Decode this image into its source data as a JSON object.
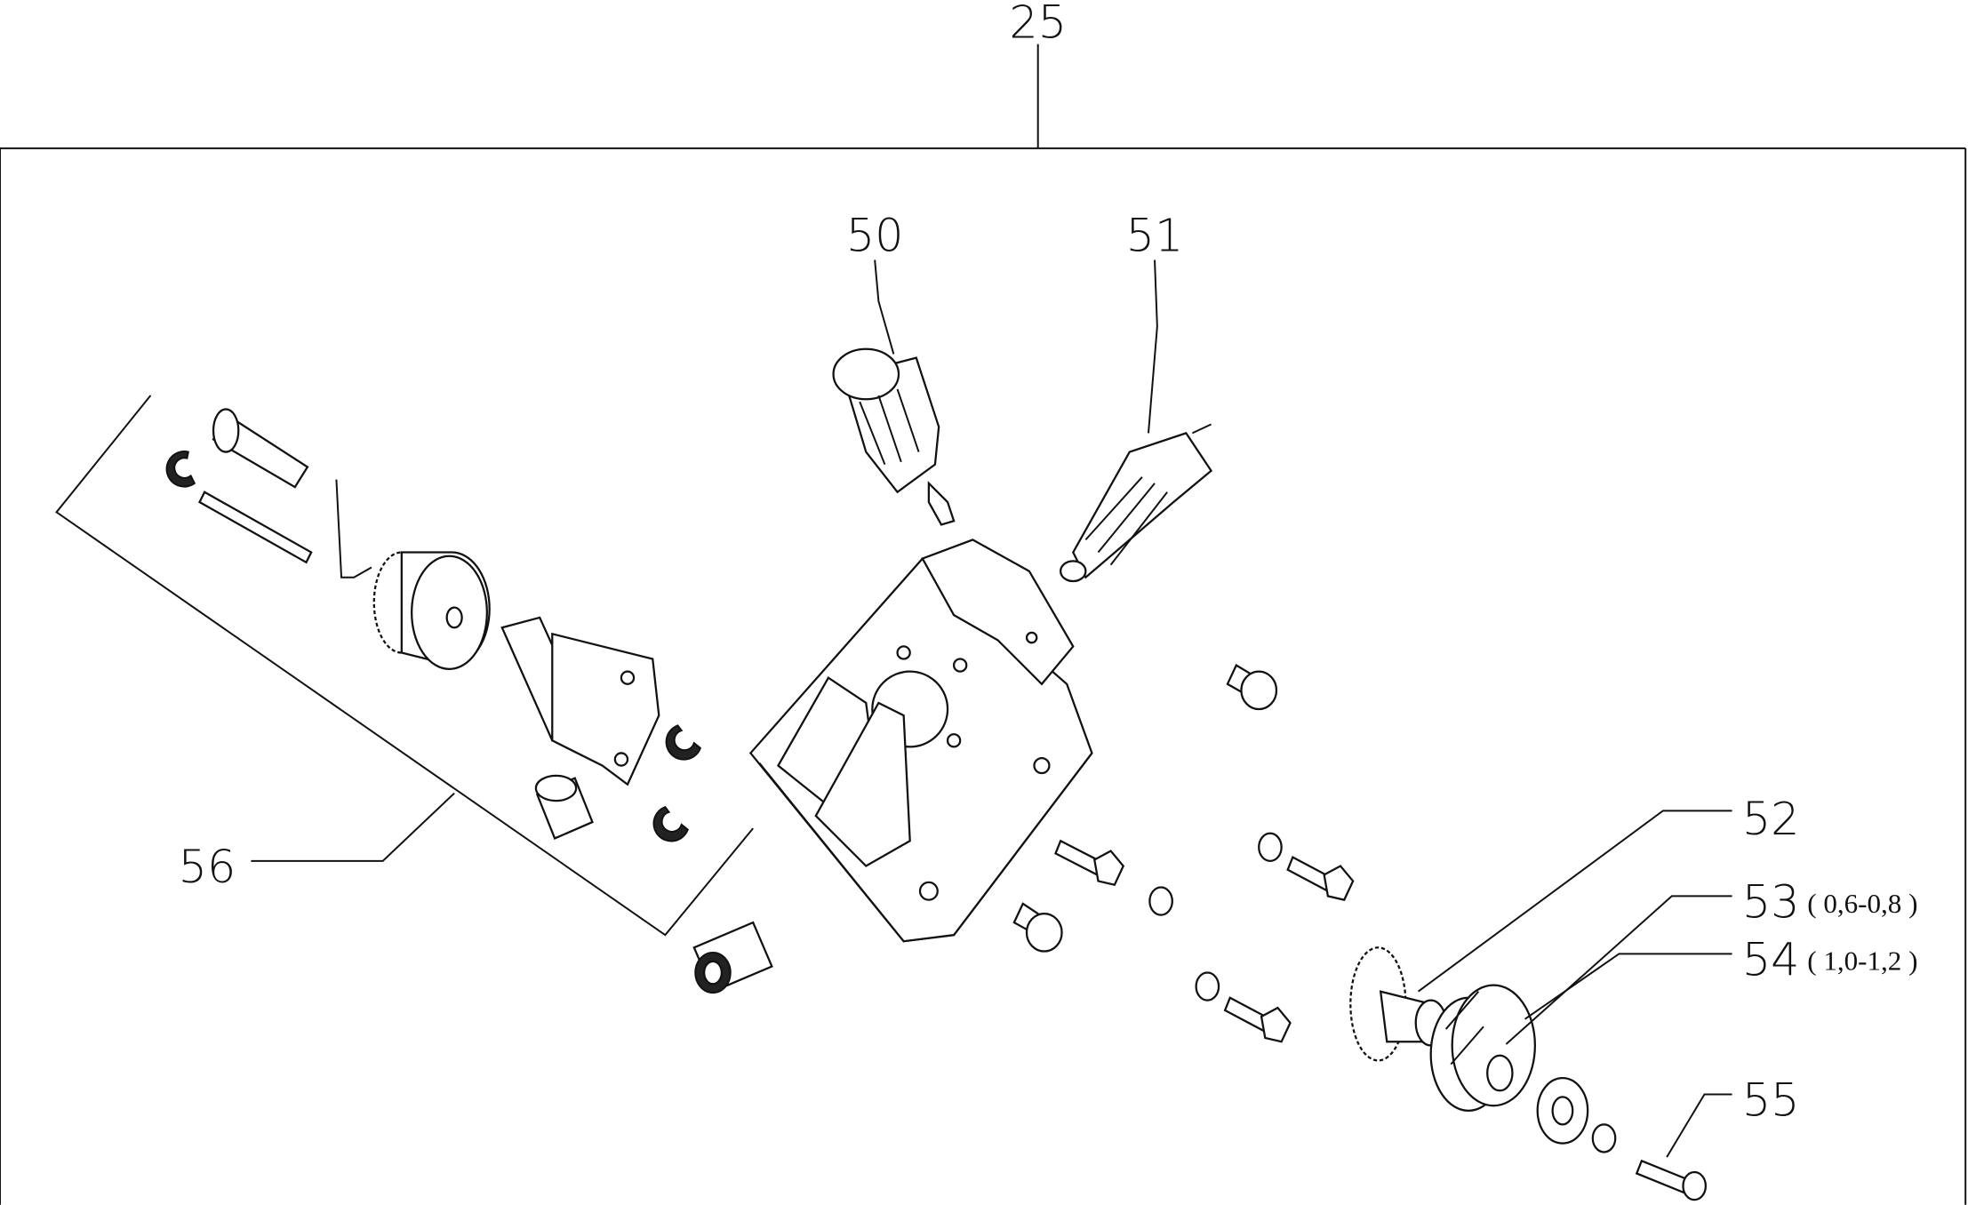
{
  "diagram": {
    "assembly_label": "25",
    "callouts": [
      {
        "id": "50",
        "label": "50",
        "note": ""
      },
      {
        "id": "51",
        "label": "51",
        "note": ""
      },
      {
        "id": "52",
        "label": "52",
        "note": ""
      },
      {
        "id": "53",
        "label": "53",
        "note": "( 0,6-0,8 )"
      },
      {
        "id": "54",
        "label": "54",
        "note": "( 1,0-1,2 )"
      },
      {
        "id": "55",
        "label": "55",
        "note": ""
      },
      {
        "id": "56",
        "label": "56",
        "note": ""
      }
    ]
  }
}
